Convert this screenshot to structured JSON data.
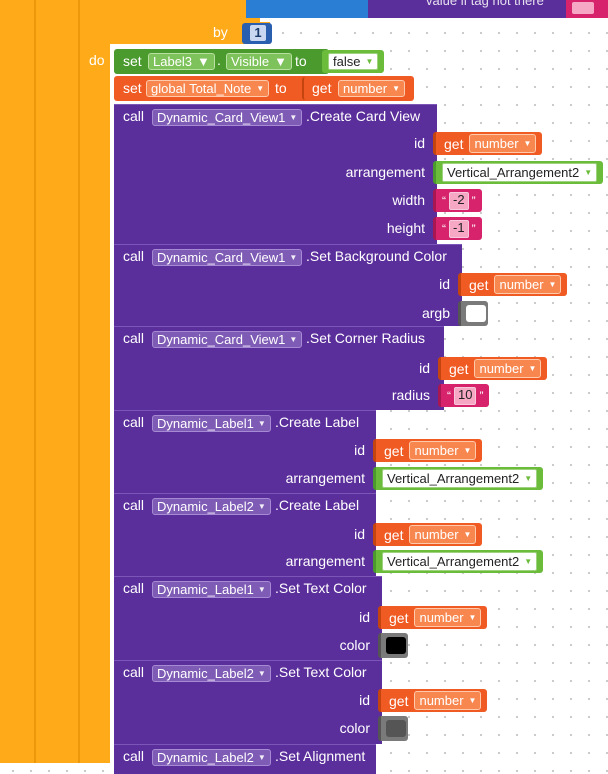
{
  "top_bar": {
    "partial_text": "value if tag not there"
  },
  "by_label": "by",
  "by_value": "1",
  "do_label": "do",
  "set_label": "set",
  "to_label": "to",
  "call_label": "call",
  "get_label": "get",
  "row1": {
    "component": "Label3",
    "dot": ".",
    "property": "Visible",
    "value": "false"
  },
  "row2": {
    "variable": "global Total_Note",
    "value_var": "number"
  },
  "blocks": [
    {
      "component": "Dynamic_Card_View1",
      "method": ".Create Card View",
      "params": [
        {
          "label": "id",
          "kind": "get",
          "value": "number"
        },
        {
          "label": "arrangement",
          "kind": "comp",
          "value": "Vertical_Arrangement2"
        },
        {
          "label": "width",
          "kind": "text",
          "value": "-2"
        },
        {
          "label": "height",
          "kind": "text",
          "value": "-1"
        }
      ]
    },
    {
      "component": "Dynamic_Card_View1",
      "method": ".Set Background Color",
      "params": [
        {
          "label": "id",
          "kind": "get",
          "value": "number"
        },
        {
          "label": "argb",
          "kind": "color",
          "value": "#ffffff"
        }
      ]
    },
    {
      "component": "Dynamic_Card_View1",
      "method": ".Set Corner Radius",
      "params": [
        {
          "label": "id",
          "kind": "get",
          "value": "number"
        },
        {
          "label": "radius",
          "kind": "text",
          "value": "10"
        }
      ]
    },
    {
      "component": "Dynamic_Label1",
      "method": ".Create Label",
      "params": [
        {
          "label": "id",
          "kind": "get",
          "value": "number"
        },
        {
          "label": "arrangement",
          "kind": "comp",
          "value": "Vertical_Arrangement2"
        }
      ]
    },
    {
      "component": "Dynamic_Label2",
      "method": ".Create Label",
      "params": [
        {
          "label": "id",
          "kind": "get",
          "value": "number"
        },
        {
          "label": "arrangement",
          "kind": "comp",
          "value": "Vertical_Arrangement2"
        }
      ]
    },
    {
      "component": "Dynamic_Label1",
      "method": ".Set Text Color",
      "params": [
        {
          "label": "id",
          "kind": "get",
          "value": "number"
        },
        {
          "label": "color",
          "kind": "color",
          "value": "#000000"
        }
      ]
    },
    {
      "component": "Dynamic_Label2",
      "method": ".Set Text Color",
      "params": [
        {
          "label": "id",
          "kind": "get",
          "value": "number"
        },
        {
          "label": "color",
          "kind": "color",
          "value": "#555555"
        }
      ]
    },
    {
      "component": "Dynamic_Label2",
      "method": ".Set Alignment",
      "params": []
    }
  ],
  "colors": {
    "control": "#ffab19",
    "procedure": "#5b2f9b",
    "get": "#f05a23",
    "logic": "#6cbc3b",
    "text": "#d6236b",
    "blue": "#2a7fd4"
  }
}
